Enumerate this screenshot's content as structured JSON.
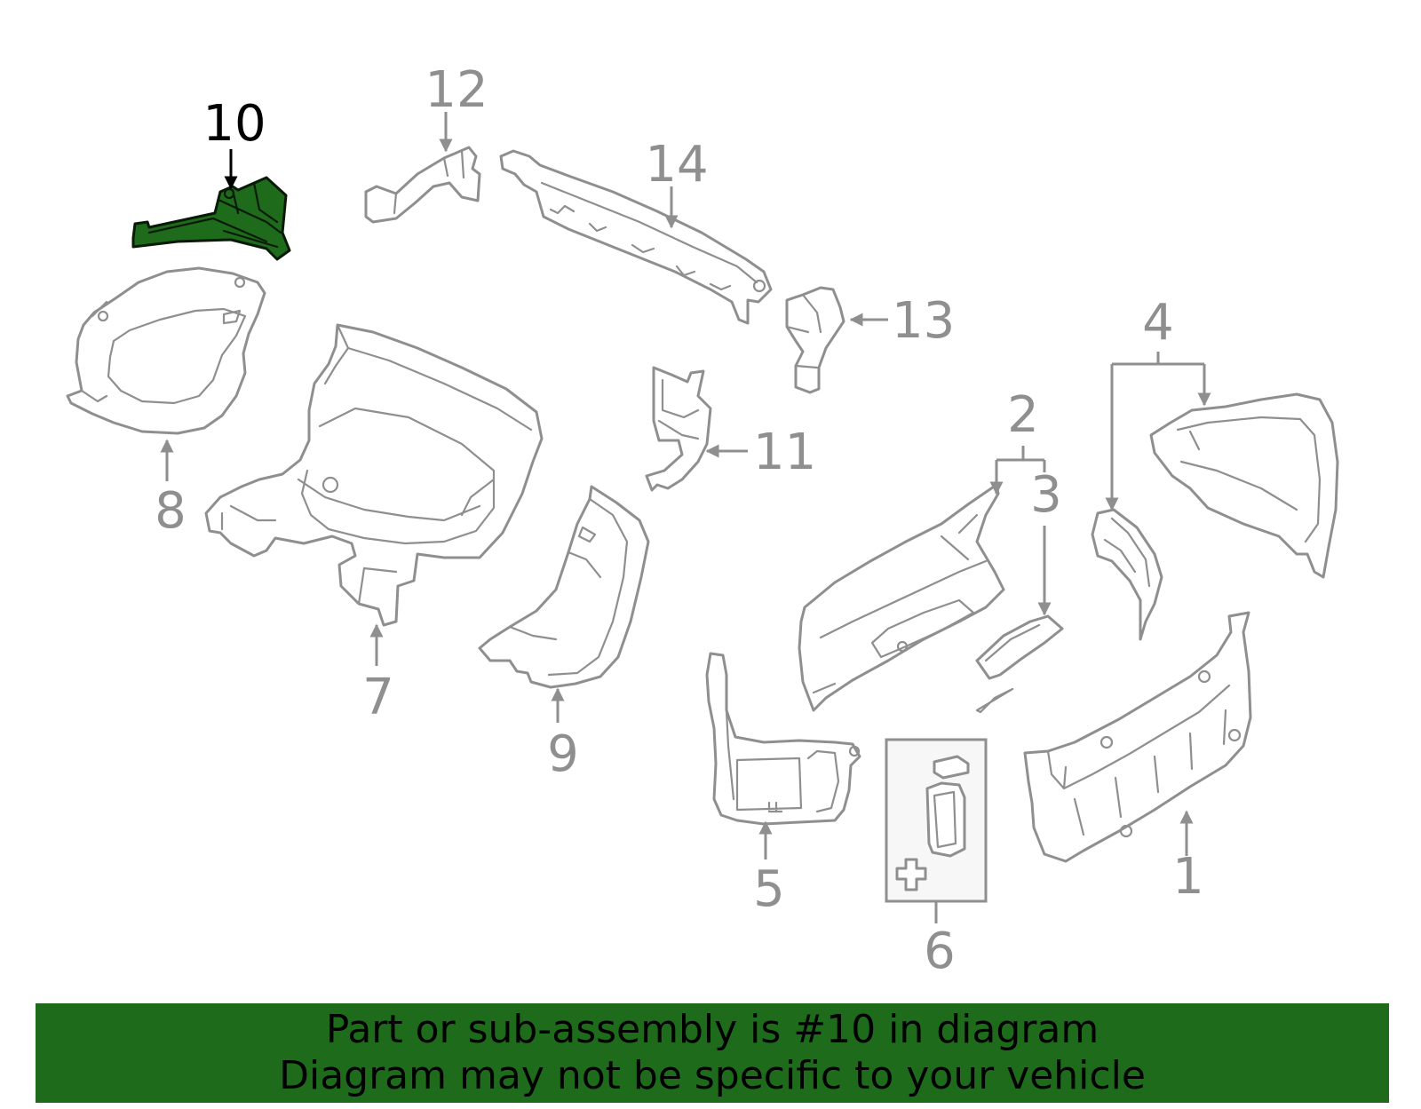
{
  "diagram": {
    "highlighted_part": "10",
    "colors": {
      "highlight_fill": "#1e6b1b",
      "part_outline": "#8f8f8f",
      "highlight_label": "#000000",
      "banner_background": "#1e6b1b"
    },
    "callouts": [
      {
        "id": "1",
        "label": "1"
      },
      {
        "id": "2",
        "label": "2"
      },
      {
        "id": "3",
        "label": "3"
      },
      {
        "id": "4",
        "label": "4"
      },
      {
        "id": "5",
        "label": "5"
      },
      {
        "id": "6",
        "label": "6"
      },
      {
        "id": "7",
        "label": "7"
      },
      {
        "id": "8",
        "label": "8"
      },
      {
        "id": "9",
        "label": "9"
      },
      {
        "id": "10",
        "label": "10"
      },
      {
        "id": "11",
        "label": "11"
      },
      {
        "id": "12",
        "label": "12"
      },
      {
        "id": "13",
        "label": "13"
      },
      {
        "id": "14",
        "label": "14"
      }
    ]
  },
  "banner": {
    "line1": "Part or sub-assembly is #10 in diagram",
    "line2": "Diagram may not be specific to your vehicle"
  }
}
